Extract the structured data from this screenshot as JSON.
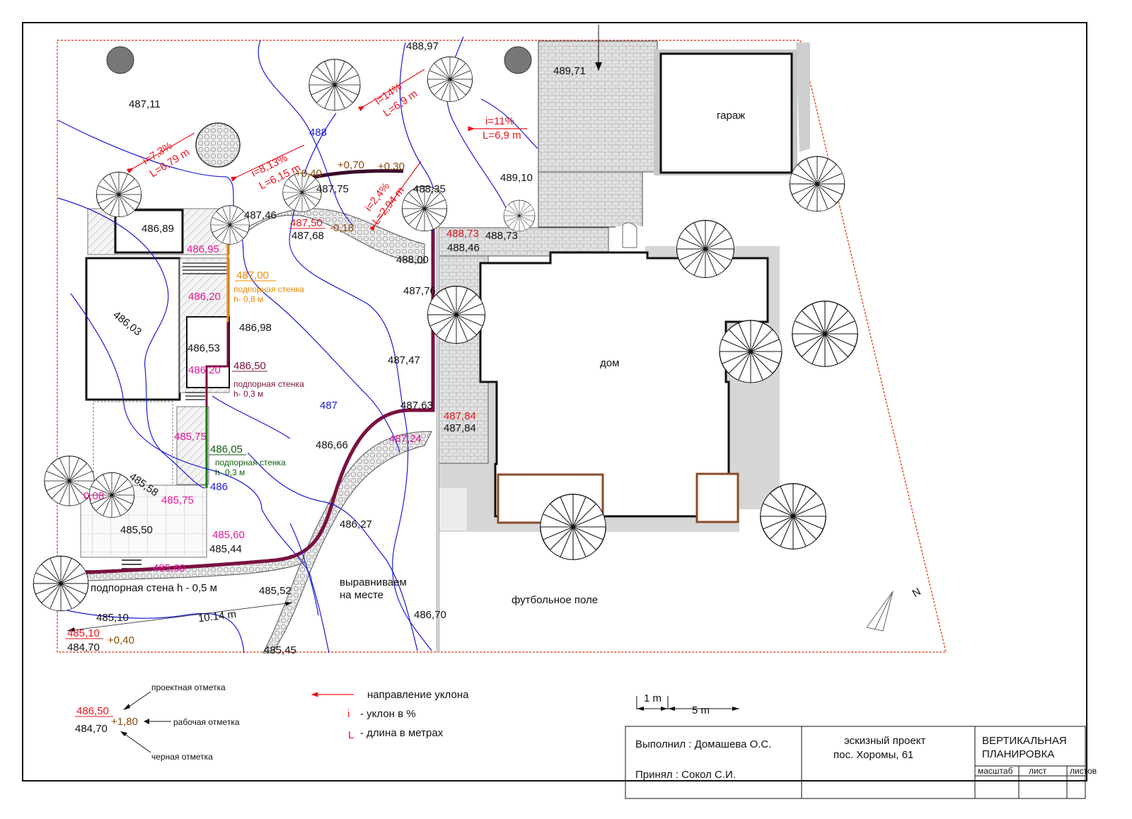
{
  "labels": {
    "garage": "гараж",
    "house": "дом",
    "football": "футбольное поле",
    "level_place": "выравниваем",
    "level_place2": "на месте",
    "north": "N",
    "dim_1014": "10.14 m",
    "wall_main": "подпорная стена h - 0,5 м"
  },
  "black_marks": [
    {
      "v": "487,11"
    },
    {
      "v": "488,97"
    },
    {
      "v": "489,71"
    },
    {
      "v": "489,10"
    },
    {
      "v": "487,75"
    },
    {
      "v": "488,35"
    },
    {
      "v": "487,46"
    },
    {
      "v": "486,89"
    },
    {
      "v": "487,68"
    },
    {
      "v": "488,73"
    },
    {
      "v": "488,46"
    },
    {
      "v": "488,00"
    },
    {
      "v": "487,76"
    },
    {
      "v": "486,98"
    },
    {
      "v": "486,53"
    },
    {
      "v": "487,47"
    },
    {
      "v": "487,63"
    },
    {
      "v": "487,84"
    },
    {
      "v": "486,66"
    },
    {
      "v": "485,58"
    },
    {
      "v": "485,50"
    },
    {
      "v": "486,27"
    },
    {
      "v": "485,44"
    },
    {
      "v": "485,52"
    },
    {
      "v": "486,70"
    },
    {
      "v": "485,10"
    },
    {
      "v": "484,70"
    },
    {
      "v": "485,45"
    },
    {
      "v": "486,03"
    }
  ],
  "design_marks": [
    {
      "v": "487,50"
    },
    {
      "v": "488,73"
    },
    {
      "v": "486,95"
    },
    {
      "v": "486,20"
    },
    {
      "v": "486,20"
    },
    {
      "v": "487,84"
    },
    {
      "v": "487,24"
    },
    {
      "v": "485,75"
    },
    {
      "v": "485,75"
    },
    {
      "v": "485,60"
    },
    {
      "v": "485,60"
    },
    {
      "v": "485,10"
    },
    {
      "v": "0,08"
    }
  ],
  "work_marks": [
    {
      "v": "+0,40"
    },
    {
      "v": "+0,70"
    },
    {
      "v": "+0,30"
    },
    {
      "v": "-0,18"
    },
    {
      "v": "+0,40"
    }
  ],
  "contours": [
    {
      "v": "488"
    },
    {
      "v": "487"
    },
    {
      "v": "486"
    }
  ],
  "slopes": [
    {
      "i": "i=7,3%",
      "L": "L=6,79 m"
    },
    {
      "i": "i=8,13%",
      "L": "L=6,15 m"
    },
    {
      "i": "i=14%",
      "L": "L=6,9 m"
    },
    {
      "i": "i=11%",
      "L": "L=6,9 m"
    },
    {
      "i": "i=2,4%",
      "L": "L=2,94 m"
    }
  ],
  "walls": [
    {
      "mark": "487,00",
      "title": "подпорная стенка",
      "h": "h- 0,8 м"
    },
    {
      "mark": "486,50",
      "title": "подпорная стенка",
      "h": "h- 0,3 м"
    },
    {
      "mark": "486,05",
      "title": "подпорная стенка",
      "h": "h- 0,3 м"
    }
  ],
  "legend": {
    "design_label": "проектная отметка",
    "work_label": "рабочая отметка",
    "black_label": "черная отметка",
    "design_val": "486,50",
    "work_val": "+1,80",
    "black_val": "484,70",
    "slope_dir": "направление уклона",
    "i_sym": "i",
    "i_text": "- уклон в %",
    "L_sym": "L",
    "L_text": "- длина в метрах",
    "scale_1": "1 m",
    "scale_5": "5 m"
  },
  "stamp": {
    "made_by": "Выполнил : Домашева О.С.",
    "accepted_by": "Принял : Сокол С.И.",
    "project1": "эскизный проект",
    "project2": "пос. Хоромы, 61",
    "title1": "ВЕРТИКАЛЬНАЯ",
    "title2": "ПЛАНИРОВКА",
    "scale": "масштаб",
    "sheet": "лист",
    "sheets": "листов"
  }
}
